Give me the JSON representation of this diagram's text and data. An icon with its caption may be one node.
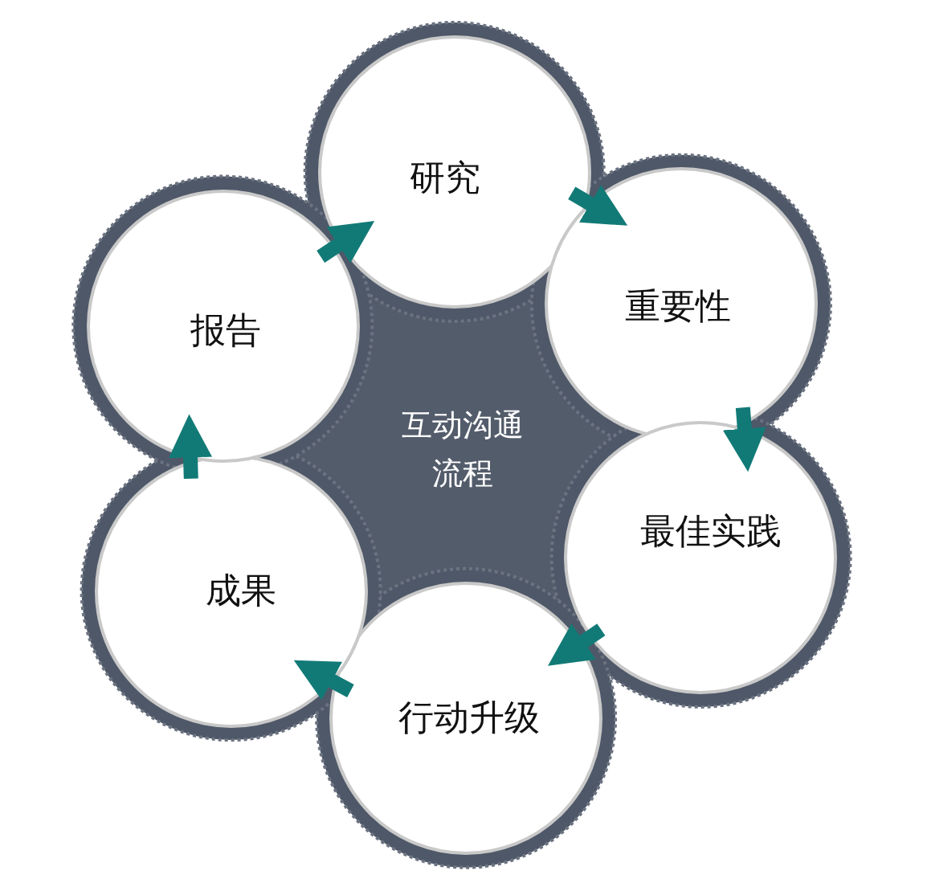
{
  "diagram": {
    "nodes": [
      {
        "text": [
          "研究"
        ]
      },
      {
        "text": [
          "重要性"
        ]
      },
      {
        "text": [
          "最佳实践"
        ]
      },
      {
        "text": [
          "行动升级"
        ]
      },
      {
        "text": [
          "成果"
        ]
      },
      {
        "text": [
          "报告"
        ]
      },
      {
        "text": [
          "互动沟通流程"
        ]
      }
    ],
    "edges": [
      {
        "from": 5,
        "to": 0,
        "arrow": "to"
      },
      {
        "from": 0,
        "to": 1,
        "arrow": "to"
      },
      {
        "from": 1,
        "to": 2,
        "arrow": "to"
      },
      {
        "from": 2,
        "to": 3,
        "arrow": "to"
      },
      {
        "from": 3,
        "to": 4,
        "arrow": "to"
      },
      {
        "from": 4,
        "to": 5,
        "arrow": "to"
      }
    ]
  }
}
